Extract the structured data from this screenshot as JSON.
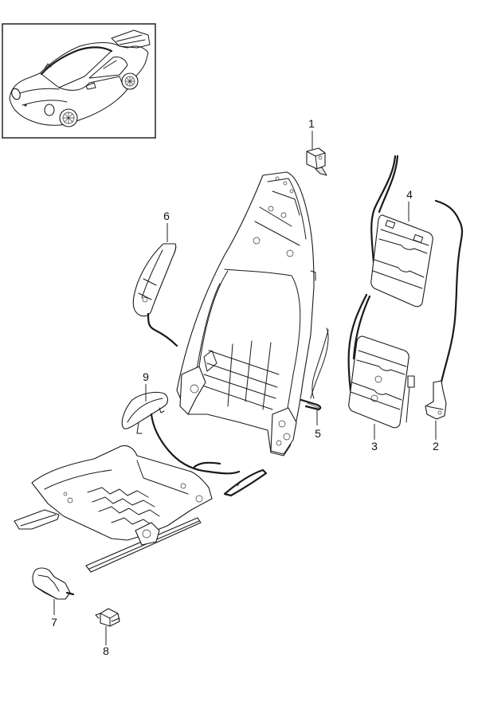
{
  "diagram": {
    "type": "exploded-parts-diagram",
    "subject": "Seat frame, backrest and wiring assembly",
    "thumbnail": {
      "label": "vehicle-overview-thumbnail",
      "depicts": "sports coupe"
    },
    "callouts": [
      {
        "id": "1",
        "part": "switch-connector"
      },
      {
        "id": "2",
        "part": "wiring-harness-with-connector"
      },
      {
        "id": "3",
        "part": "seat-heating-element-cushion"
      },
      {
        "id": "4",
        "part": "seat-heating-element-backrest"
      },
      {
        "id": "5",
        "part": "wire-tie-bundle"
      },
      {
        "id": "6",
        "part": "side-airbag-trim"
      },
      {
        "id": "7",
        "part": "adjustment-motor"
      },
      {
        "id": "8",
        "part": "control-unit-bracket"
      },
      {
        "id": "9",
        "part": "side-trim-panel"
      }
    ],
    "labels": {
      "c1": "1",
      "c2": "2",
      "c3": "3",
      "c4": "4",
      "c5": "5",
      "c6": "6",
      "c7": "7",
      "c8": "8",
      "c9": "9"
    }
  }
}
